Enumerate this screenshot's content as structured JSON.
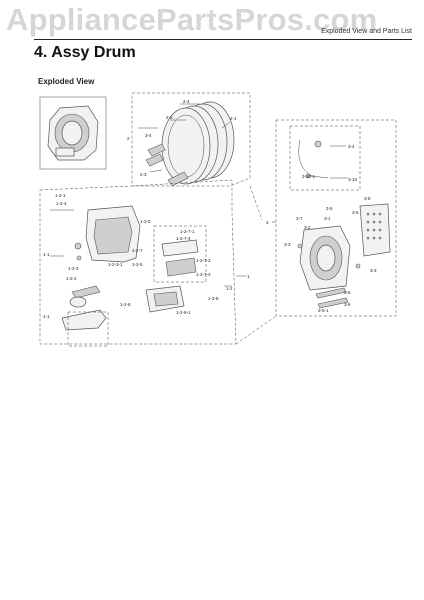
{
  "watermark": "AppliancePartsPros.com",
  "header": {
    "label": "Exploded View and Parts List"
  },
  "section": {
    "title": "4.  Assy Drum"
  },
  "subheading": "Exploded View",
  "callouts": {
    "c_2": "2",
    "c_2_1": "2-1",
    "c_2_2": "2-2",
    "c_2_3": "2-3",
    "c_2_4": "2-4",
    "c_3_4_drum": "3-4",
    "c_1": "1",
    "c_1_1a": "1-1",
    "c_1_1b": "1-1",
    "c_1_2": "1-2",
    "c_1_2_1": "1-2-1",
    "c_1_2_4": "1-2-4",
    "c_1_2_3": "1-2-3",
    "c_1_2_3_1": "1-2-3-1",
    "c_1_2_5": "1-2-5",
    "c_1_2_7": "1-2-7",
    "c_1_2_7_1": "1-2-7-1",
    "c_1_2_7_4": "1-2-7-4",
    "c_1_2_7_2": "1-2-7-2",
    "c_1_2_7_3": "1-2-7-3",
    "c_1_2_6": "1-2-6",
    "c_1_2_8": "1-2-8",
    "c_1_2_8_1": "1-2-8-1",
    "c_1_3_0": "1-3-0",
    "c_1_2_2": "1-2-2",
    "c_3": "3",
    "c_3_1": "3-1",
    "c_3_2": "3-2",
    "c_3_3a": "3-3",
    "c_3_3b": "3-3",
    "c_3_4": "3-4",
    "c_3_5": "3-5",
    "c_3_5_1": "3-5-1",
    "c_3_6": "3-6",
    "c_3_7": "3-7",
    "c_3_8": "3-8",
    "c_3_9": "3-9",
    "c_3_10": "3-10",
    "c_3_10_1": "3-10-1",
    "c_3_5b": "3-5"
  }
}
